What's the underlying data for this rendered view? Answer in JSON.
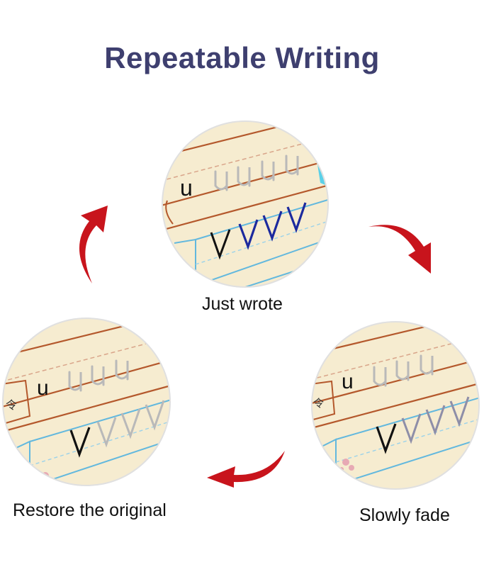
{
  "title": "Repeatable Writing",
  "captions": {
    "top": "Just wrote",
    "left": "Restore the original",
    "right": "Slowly fade"
  },
  "letters": {
    "u": "u",
    "v": "V",
    "hanzi": "令"
  },
  "colors": {
    "title": "#3e3f6f",
    "arrow": "#c8141c",
    "paper": "#f6ecd0",
    "brown_line": "#b4582c",
    "blue_line": "#62b8de",
    "fresh_ink": "#1c2a9e",
    "faded_ink": "#8e8ea8",
    "gray_trace": "#b9b9b9"
  },
  "icons": {
    "arrows": "curved-arrow-icon",
    "pen": "pen-tip-icon"
  }
}
